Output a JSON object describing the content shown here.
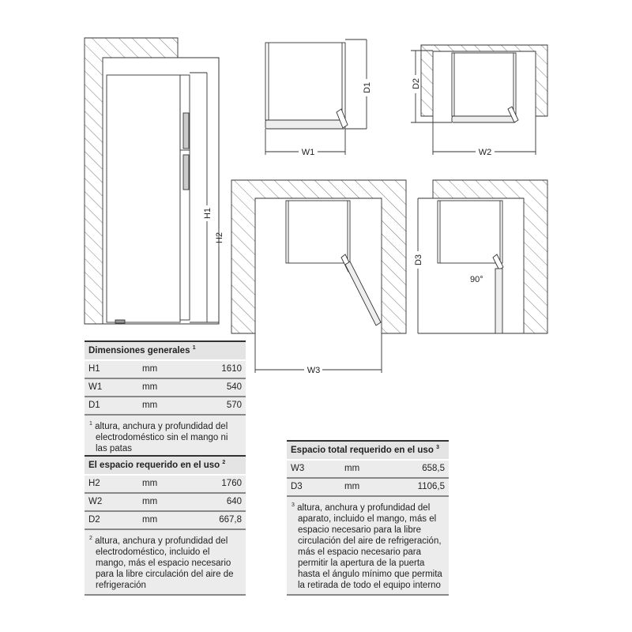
{
  "diagram": {
    "labels": {
      "H1": "H1",
      "H2": "H2",
      "D1": "D1",
      "W1": "W1",
      "D2": "D2",
      "W2": "W2",
      "W3": "W3",
      "D3": "D3",
      "angle": "90°"
    }
  },
  "tables": {
    "general": {
      "title": "Dimensiones generales",
      "sup": "1",
      "rows": [
        {
          "key": "H1",
          "unit": "mm",
          "value": "1610"
        },
        {
          "key": "W1",
          "unit": "mm",
          "value": "540"
        },
        {
          "key": "D1",
          "unit": "mm",
          "value": "570"
        }
      ],
      "note": "altura, anchura y profundidad del electrodoméstico sin el mango ni las patas"
    },
    "in_use": {
      "title": "El espacio requerido en el uso",
      "sup": "2",
      "rows": [
        {
          "key": "H2",
          "unit": "mm",
          "value": "1760"
        },
        {
          "key": "W2",
          "unit": "mm",
          "value": "640"
        },
        {
          "key": "D2",
          "unit": "mm",
          "value": "667,8"
        }
      ],
      "note": "altura, anchura y profundidad del electrodoméstico, incluido el mango, más el espacio necesario para la libre circulación del aire de refrigeración"
    },
    "total": {
      "title": "Espacio total requerido en el uso",
      "sup": "3",
      "rows": [
        {
          "key": "W3",
          "unit": "mm",
          "value": "658,5"
        },
        {
          "key": "D3",
          "unit": "mm",
          "value": "1106,5"
        }
      ],
      "note": "altura, anchura y profundidad del aparato, incluido el mango, más el espacio necesario para la libre circulación del aire de refrigeración, más el espacio necesario para permitir la apertura de la puerta hasta el ángulo mínimo que permita la retirada de todo el equipo interno"
    }
  }
}
